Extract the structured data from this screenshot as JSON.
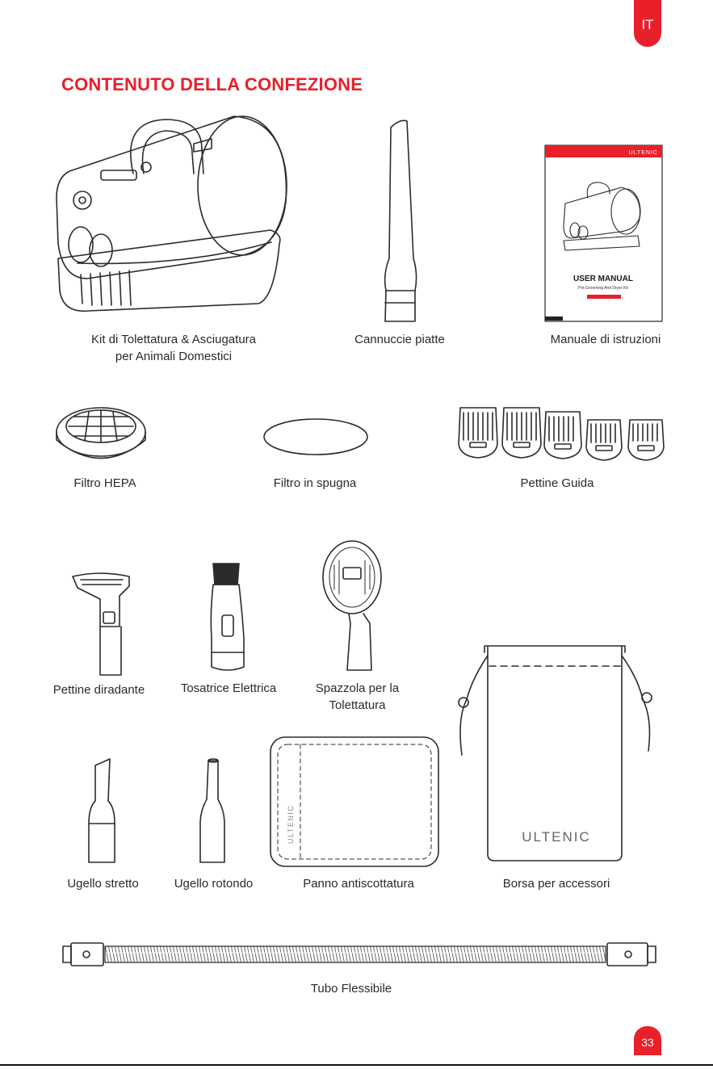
{
  "language_tab": "IT",
  "title": "CONTENUTO DELLA CONFEZIONE",
  "brand": "ULTENIC",
  "manual_cover": {
    "heading": "USER MANUAL",
    "subtitle": "Pet Grooming And Dryer Kit"
  },
  "items": [
    {
      "line1": "Kit di Tolettatura & Asciugatura",
      "line2": "per Animali Domestici"
    },
    {
      "line1": "Cannuccie piatte",
      "line2": ""
    },
    {
      "line1": "Manuale di istruzioni",
      "line2": ""
    },
    {
      "line1": "Filtro HEPA",
      "line2": ""
    },
    {
      "line1": "Filtro in spugna",
      "line2": ""
    },
    {
      "line1": "Pettine Guida",
      "line2": ""
    },
    {
      "line1": "Pettine diradante",
      "line2": ""
    },
    {
      "line1": "Tosatrice Elettrica",
      "line2": ""
    },
    {
      "line1": "Spazzola per la",
      "line2": "Tolettatura"
    },
    {
      "line1": "Ugello stretto",
      "line2": ""
    },
    {
      "line1": "Ugello rotondo",
      "line2": ""
    },
    {
      "line1": "Panno antiscottatura",
      "line2": ""
    },
    {
      "line1": "Borsa per accessori",
      "line2": ""
    },
    {
      "line1": "Tubo Flessibile",
      "line2": ""
    }
  ],
  "page_number": "33",
  "colors": {
    "accent": "#e8202a",
    "line": "#2b2b2b"
  }
}
